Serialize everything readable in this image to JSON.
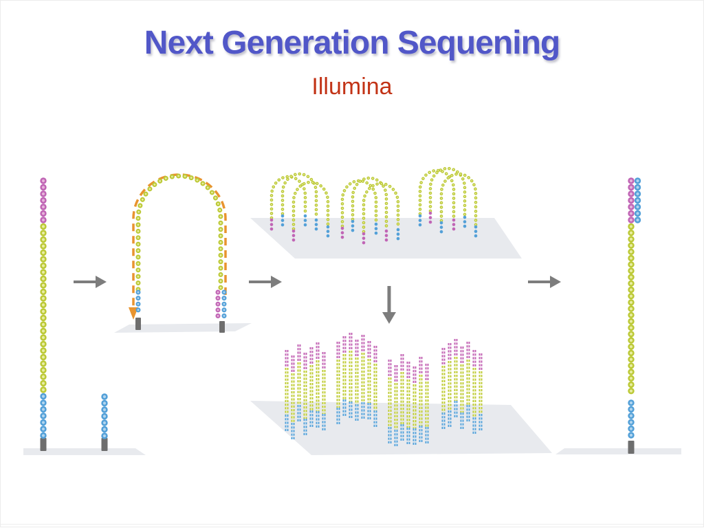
{
  "slide": {
    "title": "Next Generation Sequening",
    "subtitle": "Illumina"
  },
  "figure": {
    "name": "illumina-bridge-amplification-diagram",
    "colors": {
      "title_blue": "#5157c8",
      "subtitle_red": "#c23316",
      "bead_pink": "#c065b5",
      "bead_pink_light": "#e6b4da",
      "bead_green": "#bcc937",
      "bead_green_light": "#e8eda2",
      "bead_blue": "#53a0d8",
      "bead_blue_light": "#b2d5ee",
      "anchor_gray": "#6e6e6e",
      "surface_gray": "#e8eaee",
      "arrow_gray": "#7d7d7d",
      "primer_orange": "#e8942f"
    },
    "stages": [
      {
        "name": "adapter-ligated-template-strand"
      },
      {
        "name": "bridge-formation"
      },
      {
        "name": "bridge-amplification-on-flow-cell"
      },
      {
        "name": "clonal-clusters-on-flow-cell"
      },
      {
        "name": "linearized-double-strand"
      }
    ]
  }
}
